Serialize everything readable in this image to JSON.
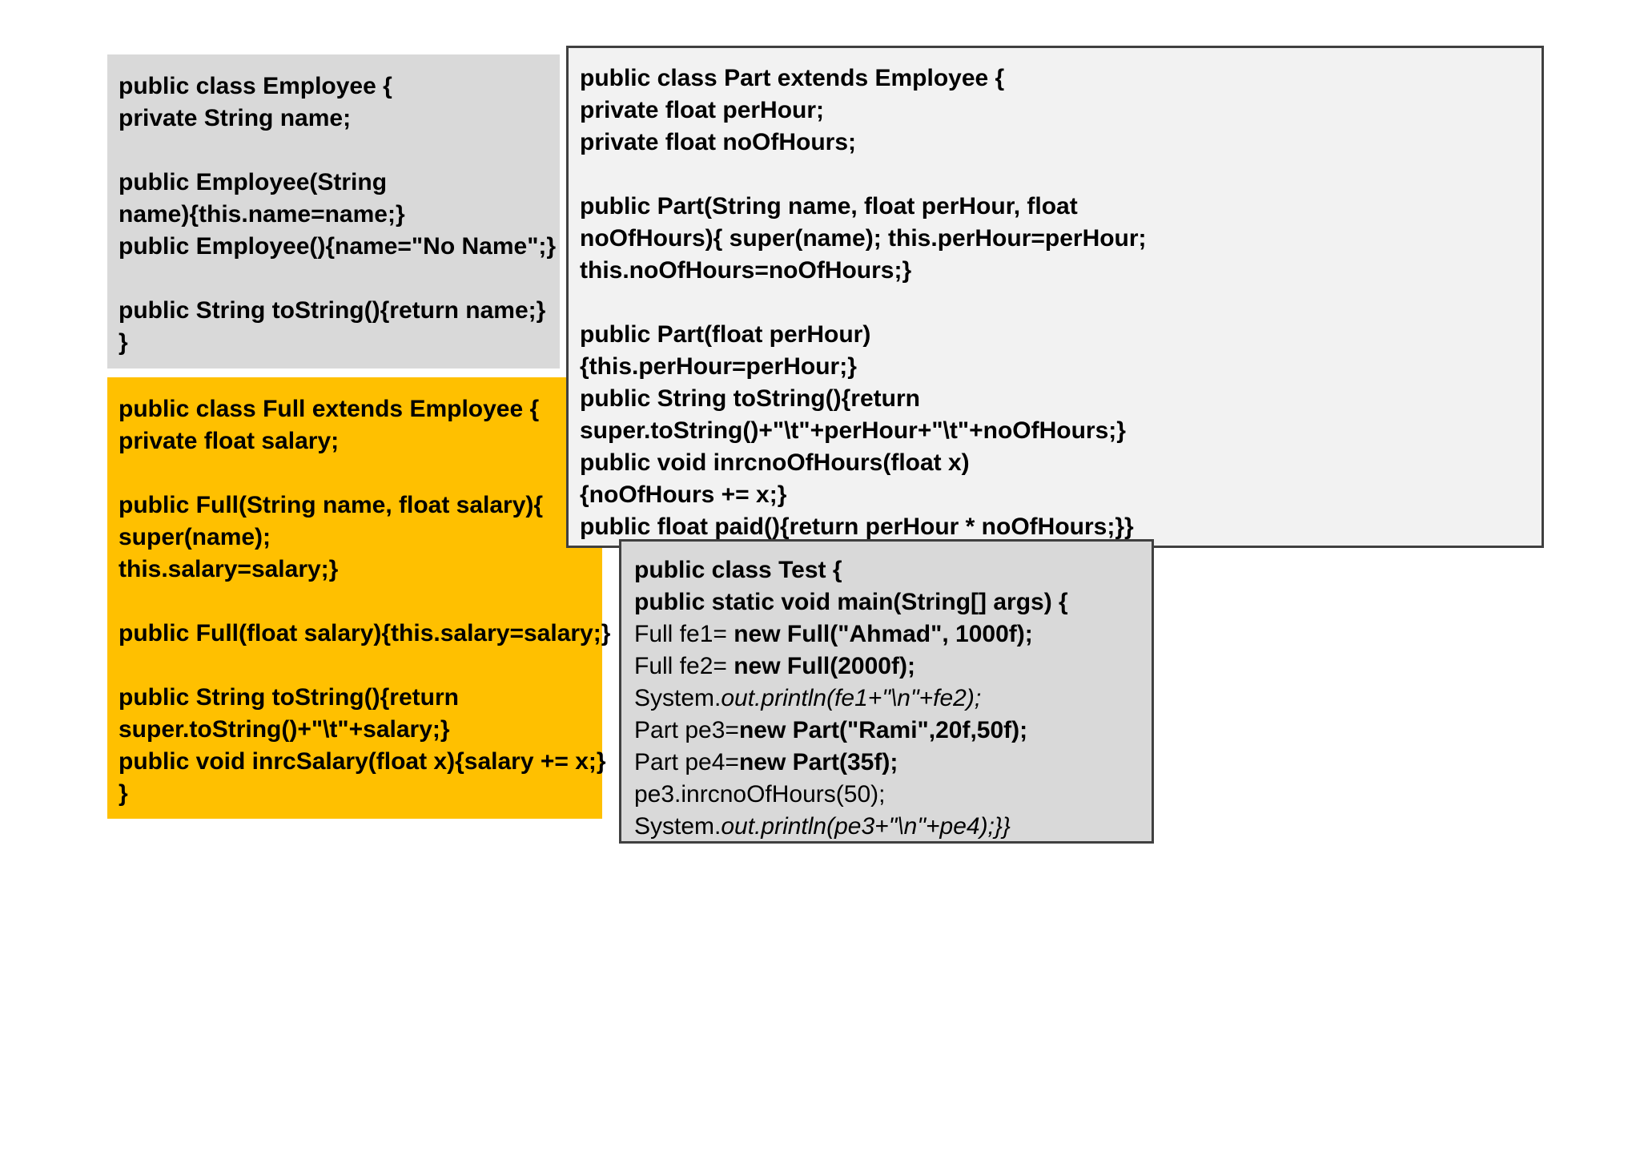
{
  "page": {
    "title": "Java inheritance example — Employee, Full, Part, Test classes",
    "background_color": "#ffffff"
  },
  "blocks": [
    {
      "id": "employee",
      "name": "Employee class code block",
      "background_color": "#d9d9d9",
      "border_color": "none",
      "text_color": "#000000",
      "lines": [
        "public class Employee {",
        "private String name;",
        "",
        "public Employee(String",
        "name){this.name=name;}",
        "public Employee(){name=\"No Name\";}",
        "",
        "public String toString(){return name;}",
        "}"
      ]
    },
    {
      "id": "full",
      "name": "Full class code block",
      "background_color": "#ffc000",
      "border_color": "none",
      "text_color": "#000000",
      "lines": [
        "public class Full extends Employee {",
        "private float salary;",
        "",
        "public Full(String name, float salary){",
        "super(name);",
        "this.salary=salary;}",
        "",
        "public Full(float salary){this.salary=salary;}",
        "",
        "public String toString(){return",
        "super.toString()+\"\\t\"+salary;}",
        "public void inrcSalary(float x){salary += x;}",
        "}"
      ]
    },
    {
      "id": "part",
      "name": "Part class code block",
      "background_color": "#f2f2f2",
      "border_color": "#404040",
      "text_color": "#000000",
      "lines": [
        "public class Part extends Employee {",
        "private float perHour;",
        "private float noOfHours;",
        "",
        "public Part(String name, float perHour, float",
        "noOfHours){ super(name); this.perHour=perHour;",
        "this.noOfHours=noOfHours;}",
        "",
        "public Part(float perHour)",
        "{this.perHour=perHour;}",
        "public String toString(){return",
        "super.toString()+\"\\t\"+perHour+\"\\t\"+noOfHours;}",
        "public void inrcnoOfHours(float x)",
        "{noOfHours += x;}",
        "public float paid(){return perHour * noOfHours;}}"
      ]
    },
    {
      "id": "test",
      "name": "Test class code block",
      "background_color": "#d9d9d9",
      "border_color": "#404040",
      "text_color": "#000000",
      "lines": [
        {
          "segments": [
            {
              "text": "public class Test {",
              "style": "bold"
            }
          ]
        },
        {
          "segments": [
            {
              "text": "public static void main(String[] args) {",
              "style": "bold"
            }
          ]
        },
        {
          "segments": [
            {
              "text": "Full fe1= ",
              "style": "regular"
            },
            {
              "text": "new Full(\"Ahmad\", 1000f);",
              "style": "bold"
            }
          ]
        },
        {
          "segments": [
            {
              "text": "Full fe2= ",
              "style": "regular"
            },
            {
              "text": "new Full(2000f);",
              "style": "bold"
            }
          ]
        },
        {
          "segments": [
            {
              "text": "System.",
              "style": "regular"
            },
            {
              "text": "out.println(fe1+\"\\n\"+fe2);",
              "style": "italic"
            }
          ]
        },
        {
          "segments": [
            {
              "text": "Part pe3=",
              "style": "regular"
            },
            {
              "text": "new Part(\"Rami\",20f,50f);",
              "style": "bold"
            }
          ]
        },
        {
          "segments": [
            {
              "text": "Part pe4=",
              "style": "regular"
            },
            {
              "text": "new Part(35f);",
              "style": "bold"
            }
          ]
        },
        {
          "segments": [
            {
              "text": "pe3.inrcnoOfHours(50);",
              "style": "regular"
            }
          ]
        },
        {
          "segments": [
            {
              "text": "System.",
              "style": "regular"
            },
            {
              "text": "out.println(pe3+\"\\n\"+pe4);}}",
              "style": "italic"
            }
          ]
        }
      ]
    }
  ]
}
